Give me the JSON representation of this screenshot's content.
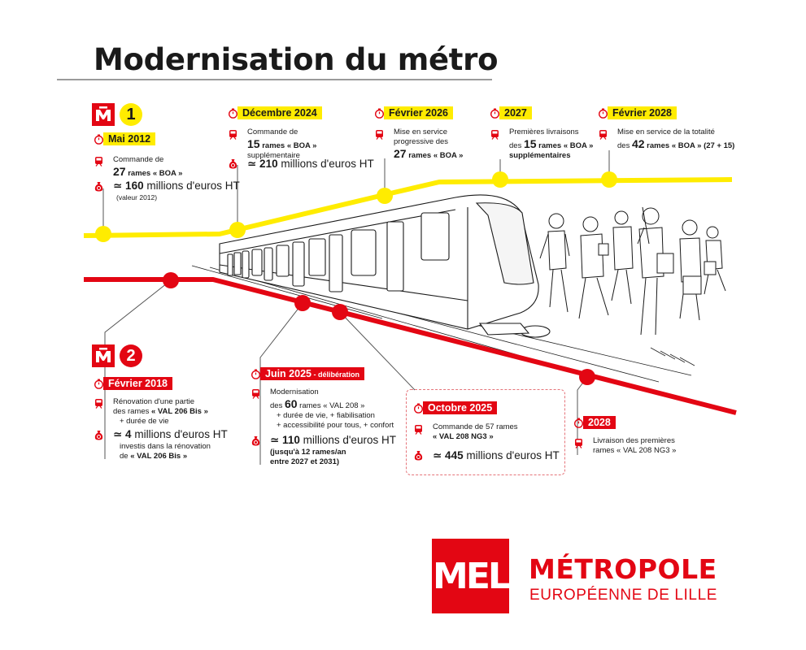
{
  "title": "Modernisation du métro",
  "colors": {
    "m1_line": "#ffec00",
    "m2_line": "#e30613",
    "text": "#1a1a1a",
    "mel_red": "#e30613"
  },
  "line1": {
    "number": "1",
    "events": [
      {
        "date": "Mai 2012",
        "order_pre": "Commande de",
        "order_bold": "27",
        "order_rest": " rames « BOA »",
        "cost_bold": "≃ 160",
        "cost_rest": " millions d'euros HT",
        "cost_note": "(valeur 2012)"
      },
      {
        "date": "Décembre 2024",
        "order_pre": "Commande de",
        "order_bold": "15",
        "order_rest": " rames « BOA »",
        "order_post": "supplémentaire",
        "cost_bold": "≃ 210",
        "cost_rest": " millions d'euros HT"
      },
      {
        "date": "Février 2026",
        "l1": "Mise en service",
        "l2": "progressive des",
        "l3_bold": "27",
        "l3_rest": " rames « BOA »"
      },
      {
        "date": "2027",
        "l1": "Premières livraisons",
        "l2_pre": "des ",
        "l2_bold": "15",
        "l2_rest": " rames « BOA »",
        "l3": "supplémentaires"
      },
      {
        "date": "Février 2028",
        "l1": "Mise en service de la totalité",
        "l2_pre": "des ",
        "l2_bold": "42",
        "l2_rest": " rames « BOA » (27 + 15)"
      }
    ]
  },
  "line2": {
    "number": "2",
    "events": [
      {
        "date": "Février 2018",
        "l1": "Rénovation d'une partie",
        "l2_pre": "des rames ",
        "l2_bold": "« VAL 206 Bis »",
        "l3": "+ durée de vie",
        "cost_bold": "≃ 4",
        "cost_rest": " millions d'euros HT",
        "cost_l2": "investis dans la rénovation",
        "cost_l3_pre": "de ",
        "cost_l3_bold": "« VAL 206 Bis »"
      },
      {
        "date": "Juin 2025",
        "date_sub": " - délibération",
        "l1": "Modernisation",
        "l2_pre": "des ",
        "l2_bold": "60",
        "l2_rest": " rames « VAL 208 »",
        "l3": "+ durée de vie, + fiabilisation",
        "l4": "+ accessibilité pour tous, + confort",
        "cost_bold": "≃ 110",
        "cost_rest": " millions d'euros HT",
        "cost_l2": "(jusqu'à 12 rames/an",
        "cost_l3": "entre 2027 et 2031)"
      },
      {
        "date": "Octobre 2025",
        "l1": "Commande de 57 rames",
        "l2": "« VAL 208 NG3 »",
        "cost_bold": "≃ 445",
        "cost_rest": " millions d'euros HT"
      },
      {
        "date": "2028",
        "l1": "Livraison des premières",
        "l2": "rames « VAL 208 NG3 »"
      }
    ]
  },
  "logo": {
    "mark": "MEL",
    "line1": "MÉTROPOLE",
    "line2": "EUROPÉENNE DE LILLE"
  },
  "icons": {
    "timer": "timer-icon",
    "train": "metro-train-icon",
    "money": "money-bag-icon",
    "metro": "metro-m-logo-icon"
  }
}
